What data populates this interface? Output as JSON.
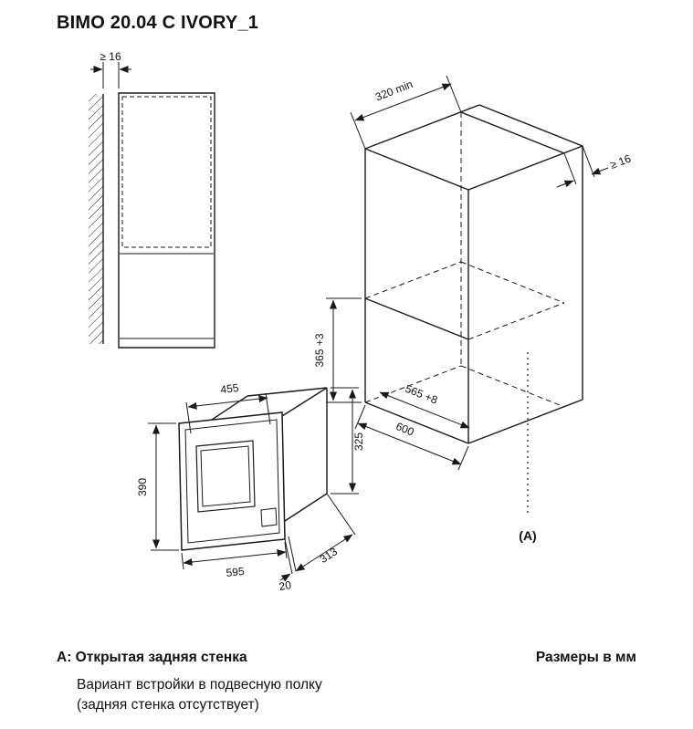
{
  "title": "BIMO 20.04 C IVORY_1",
  "colors": {
    "ink": "#1a1a1a",
    "background": "#ffffff"
  },
  "footer": {
    "note_label": "A:",
    "note_title": "Открытая задняя стенка",
    "note_line1": "Вариант встройки в подвесную полку",
    "note_line2": "(задняя стенка отсутствует)",
    "units": "Размеры в мм"
  },
  "diagram": {
    "wall_view": {
      "gap": "≥ 16"
    },
    "cabinet": {
      "depth_min": "320 min",
      "rear_gap": "≥ 16",
      "niche_height": "365 +3",
      "niche_width": "565 +8",
      "width": "600",
      "label_a": "(A)"
    },
    "microwave": {
      "body_width": "455",
      "front_height": "390",
      "body_height": "325",
      "front_width": "595",
      "protrusion": "20",
      "body_depth": "313"
    }
  }
}
